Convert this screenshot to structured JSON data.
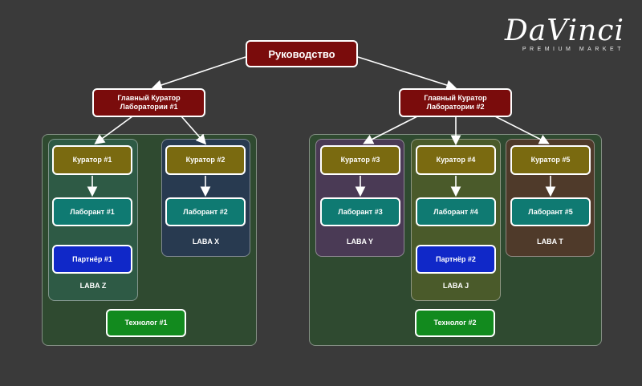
{
  "logo": {
    "name": "DaVinci",
    "tagline": "PREMIUM MARKET"
  },
  "nodes": {
    "top": "Руководство",
    "chief1": "Главный Куратор\nЛаборатории #1",
    "chief2": "Главный Куратор\nЛаборатории #2",
    "curator1": "Куратор #1",
    "curator2": "Куратор #2",
    "curator3": "Куратор #3",
    "curator4": "Куратор #4",
    "curator5": "Куратор #5",
    "lab1": "Лаборант #1",
    "lab2": "Лаборант #2",
    "lab3": "Лаборант #3",
    "lab4": "Лаборант #4",
    "lab5": "Лаборант #5",
    "partner1": "Партнёр #1",
    "partner2": "Партнёр #2",
    "tech1": "Технолог #1",
    "tech2": "Технолог #2"
  },
  "labas": {
    "z": "LABA Z",
    "x": "LABA X",
    "y": "LABA Y",
    "j": "LABA J",
    "t": "LABA T"
  },
  "colors": {
    "leadership": "#7a0c0c",
    "curator": "#7a6a10",
    "lab_assistant": "#0f7a72",
    "partner": "#1028c8",
    "technologist": "#128a1e",
    "background": "#3a3a3a"
  }
}
